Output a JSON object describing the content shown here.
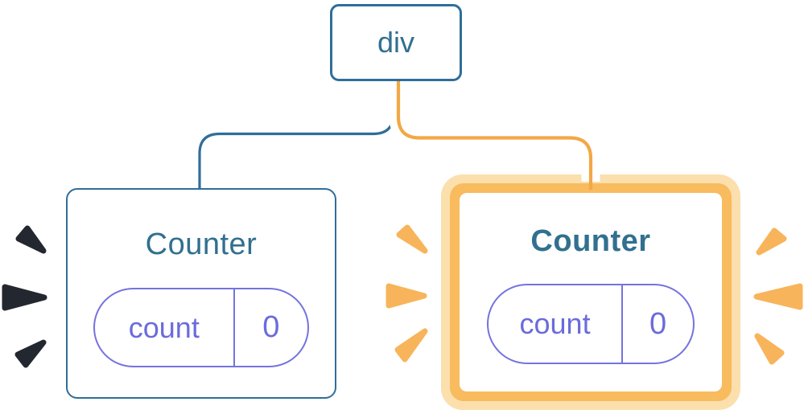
{
  "diagram": {
    "root_node": {
      "label": "div"
    },
    "cards": [
      {
        "id": "left-counter",
        "title": "Counter",
        "state_key": "count",
        "state_value": "0",
        "highlighted": false
      },
      {
        "id": "right-counter",
        "title": "Counter",
        "state_key": "count",
        "state_value": "0",
        "highlighted": true
      }
    ],
    "bursts": {
      "left_of_left_card": 3,
      "left_of_right_card": 3,
      "right_of_right_card": 3
    }
  },
  "colors": {
    "background": "#FFFFFF",
    "blue_border": "#2F6E99",
    "blue_text": "#31708F",
    "indigo": "#6B6BDC",
    "indigo_border": "#7473DE",
    "orange_core": "#F2A845",
    "orange_border": "#F8BB5D",
    "orange_glow": "#FBDFAD",
    "orange_burst": "#F8B45A",
    "dark_burst": "#23272F",
    "edge_casing": "#FFFFFF"
  }
}
